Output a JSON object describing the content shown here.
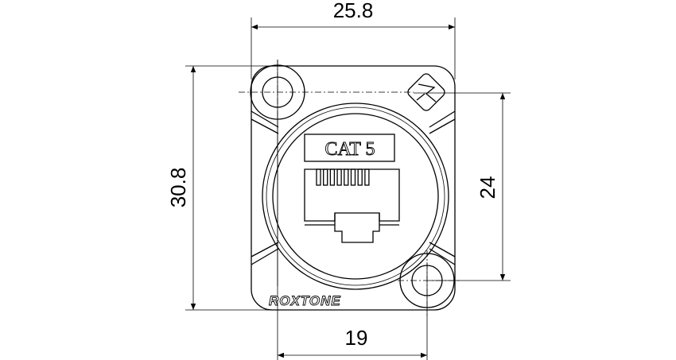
{
  "dimensions": {
    "overall_width": "25.8",
    "overall_height": "30.8",
    "hole_vertical_spacing": "24",
    "hole_horizontal_spacing": "19"
  },
  "connector": {
    "label": "CAT 5",
    "brand": "ROXTONE",
    "pin_count": 8
  }
}
